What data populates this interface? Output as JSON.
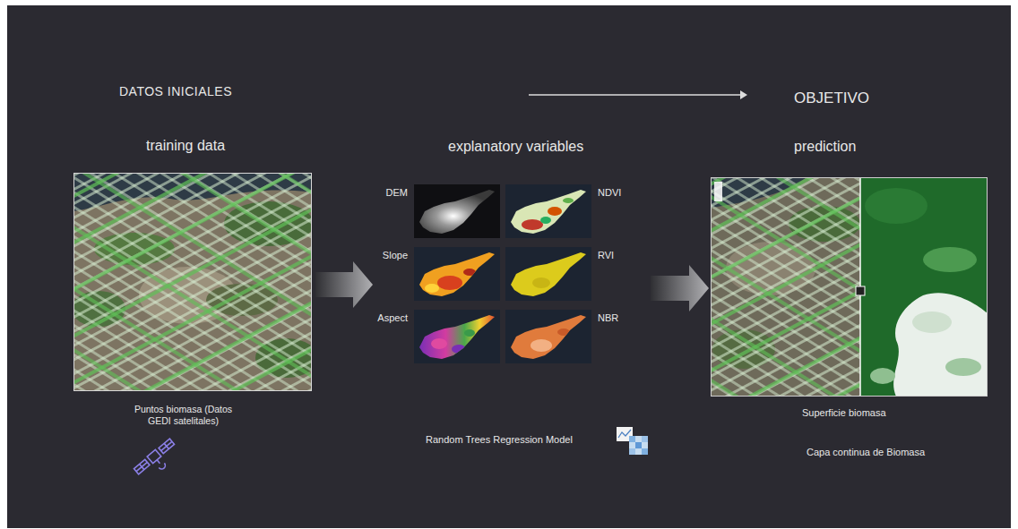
{
  "diagram": {
    "nodes": [
      {
        "text": [
          "training data",
          "Puntos biomasa (Datos GEDI satelitales)"
        ]
      },
      {
        "text": [
          "explanatory variables",
          "Random Trees Regression Model"
        ]
      },
      {
        "text": [
          "DEM"
        ],
        "in": 1
      },
      {
        "text": [
          "NDVI"
        ],
        "in": 1
      },
      {
        "text": [
          "Slope"
        ],
        "in": 1
      },
      {
        "text": [
          "RVI"
        ],
        "in": 1
      },
      {
        "text": [
          "Aspect"
        ],
        "in": 1
      },
      {
        "text": [
          "NBR"
        ],
        "in": 1
      },
      {
        "text": [
          "prediction",
          "Superficie biomasa",
          "Capa continua de Biomasa"
        ]
      }
    ],
    "edges": [
      {
        "from": 0,
        "to": 1,
        "arrow": "to"
      },
      {
        "from": 1,
        "to": 8,
        "arrow": "to"
      }
    ],
    "labels": [
      "DATOS INICIALES",
      "OBJETIVO"
    ]
  }
}
